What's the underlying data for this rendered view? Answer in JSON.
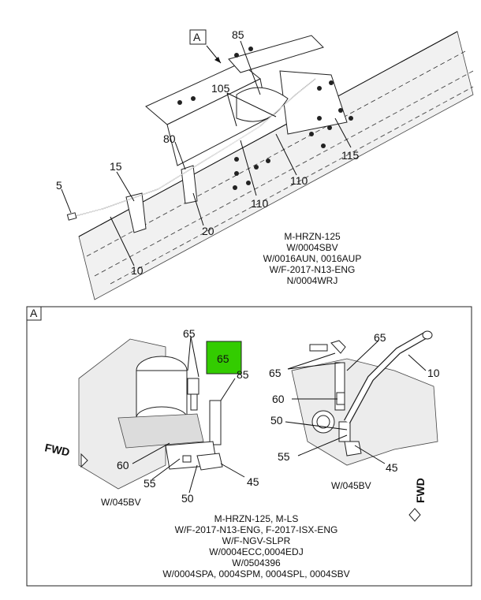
{
  "view_top": {
    "view_letter": "A",
    "callouts": [
      "85",
      "105",
      "80",
      "15",
      "5",
      "10",
      "20",
      "110",
      "110",
      "115"
    ],
    "notes": [
      "M-HRZN-125",
      "W/0004SBV",
      "W/0016AUN, 0016AUP",
      "W/F-2017-N13-ENG",
      "N/0004WRJ"
    ]
  },
  "view_detail": {
    "view_letter": "A",
    "left": {
      "callouts": [
        "65",
        "65",
        "85",
        "60",
        "55",
        "50",
        "45"
      ],
      "fwd_label": "FWD",
      "variant_label": "W/045BV"
    },
    "right": {
      "callouts": [
        "65",
        "65",
        "10",
        "60",
        "50",
        "55",
        "45"
      ],
      "fwd_label": "FWD",
      "variant_label": "W/045BV"
    },
    "notes": [
      "M-HRZN-125, M-LS",
      "W/F-2017-N13-ENG, F-2017-ISX-ENG",
      "W/F-NGV-SLPR",
      "W/0004ECC,0004EDJ",
      "W/0504396",
      "W/0004SPA, 0004SPM, 0004SPL, 0004SBV"
    ]
  },
  "colors": {
    "highlight": "#33cc00"
  }
}
